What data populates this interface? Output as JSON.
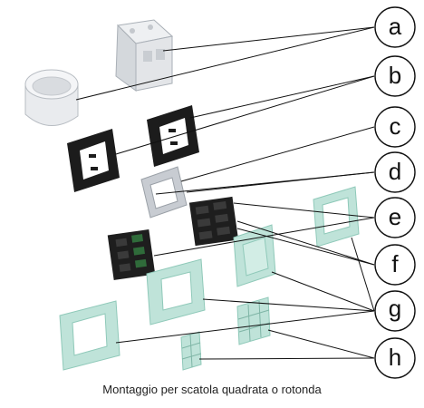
{
  "callouts": [
    "a",
    "b",
    "c",
    "d",
    "e",
    "f",
    "g",
    "h"
  ],
  "caption": "Montaggio per scatola quadrata o rotonda",
  "colors": {
    "glass": "#bfe3d9",
    "glass_edge": "#8fc9b9",
    "frame_black": "#1c1c1c",
    "plate_grey": "#c8ccd2",
    "box_grey": "#e3e5e8",
    "lines": "#111111"
  }
}
